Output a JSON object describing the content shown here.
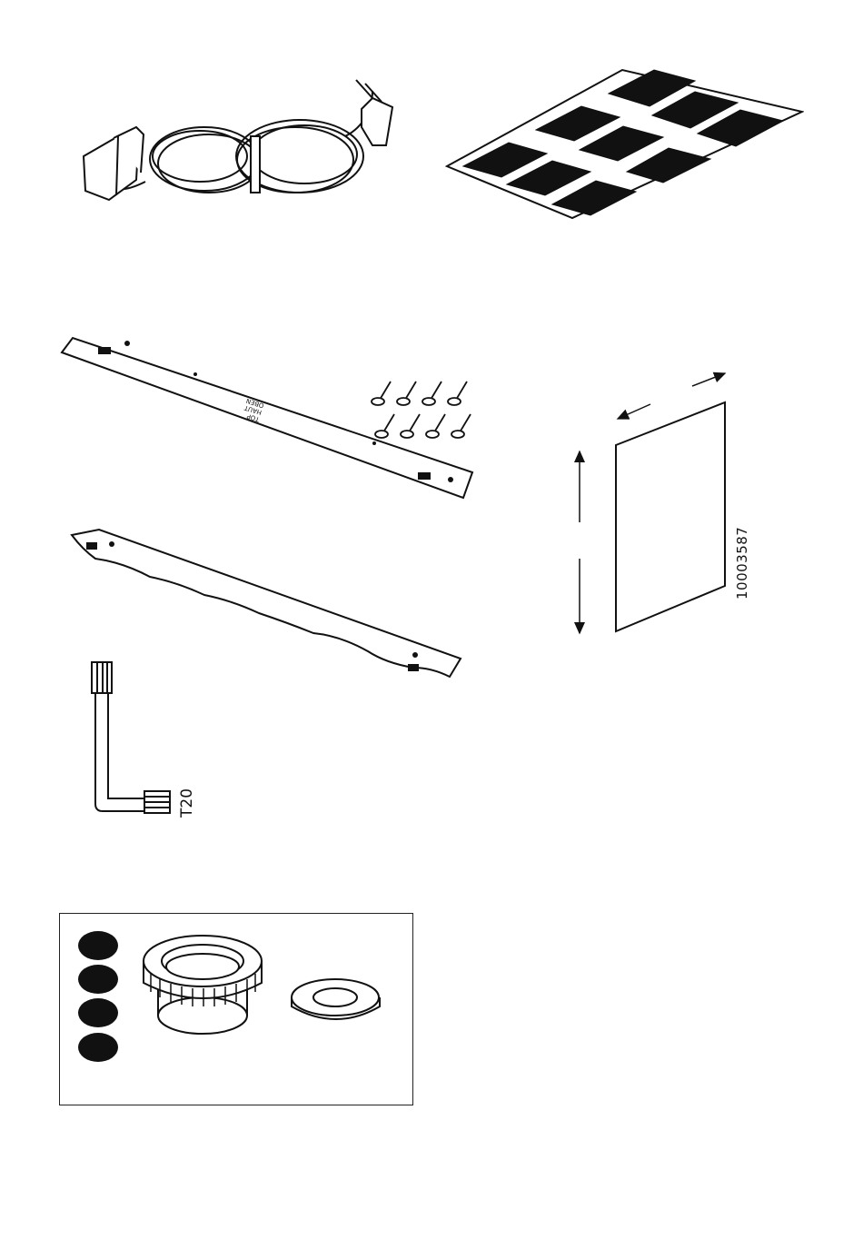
{
  "labels": {
    "torx_size": "T20",
    "part_number": "10003587"
  },
  "strip_print": {
    "line1": "TOP",
    "line2": "HAUT",
    "line3": "OBEN"
  },
  "colors": {
    "line": "#111111",
    "fill": "#111111",
    "paper": "#ffffff"
  }
}
